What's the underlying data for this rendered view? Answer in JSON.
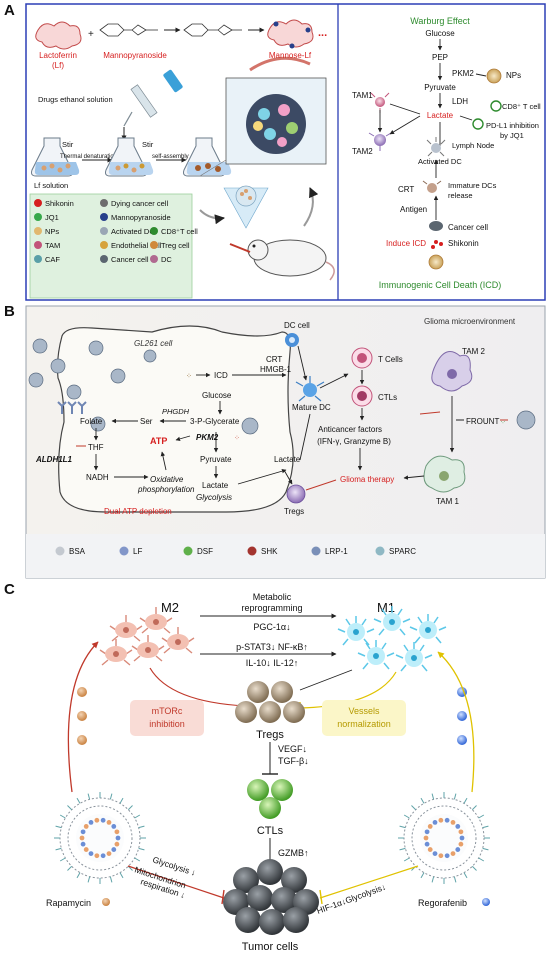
{
  "panel_a": {
    "letter": "A",
    "lactoferrin": "Lactoferrin",
    "lf_abbrev": "(Lf)",
    "mannopyranoside": "Mannopyranoside",
    "mannose_lf": "Mannose-Lf",
    "dots": "...",
    "drugs": "Drugs ethanol solution",
    "stir1": "Stir",
    "stir2": "Stir",
    "thermal": "Thermal denaturation",
    "selfassembly": "self-assembly",
    "lf_solution": "Lf solution",
    "legend": [
      {
        "icon": "shikonin-icon",
        "label": "Shikonin"
      },
      {
        "icon": "dying-cancer-cell-icon",
        "label": "Dying cancer cell"
      },
      {
        "icon": "jq1-icon",
        "label": "JQ1"
      },
      {
        "icon": "mannopyranoside-icon",
        "label": "Mannopyranoside"
      },
      {
        "icon": "nps-icon",
        "label": "NPs"
      },
      {
        "icon": "activated-dc-icon",
        "label": "Activated DC"
      },
      {
        "icon": "cd8-t-cell-icon",
        "label": "CD8⁺T cell"
      },
      {
        "icon": "tam-icon",
        "label": "TAM"
      },
      {
        "icon": "endothelial-cell-icon",
        "label": "Endothelial cell"
      },
      {
        "icon": "treg-cell-icon",
        "label": "Treg cell"
      },
      {
        "icon": "caf-icon",
        "label": "CAF"
      },
      {
        "icon": "cancer-cell-icon",
        "label": "Cancer cell"
      },
      {
        "icon": "dc-icon",
        "label": "DC"
      }
    ],
    "warburg": "Warburg Effect",
    "glucose": "Glucose",
    "pep": "PEP",
    "pkm2": "PKM2",
    "pyruvate": "Pyruvate",
    "ldh": "LDH",
    "lactate": "Lactate",
    "nps": "NPs",
    "tam1": "TAM1",
    "tam2": "TAM2",
    "cd8": "CD8⁺ T cell",
    "pdl1": "PD-L1 inhibition",
    "byjq1": "by JQ1",
    "lymph": "Lymph Node",
    "activated_dc": "Activated DC",
    "crt": "CRT",
    "immature": "Immature DCs",
    "release": "release",
    "antigen": "Antigen",
    "cancer_cell": "Cancer cell",
    "induce_icd": "Induce ICD",
    "shikonin": "Shikonin",
    "icd": "Immunogenic Cell Death (ICD)"
  },
  "panel_b": {
    "letter": "B",
    "gl261": "GL261 cell",
    "glioma_env": "Glioma microenvironment",
    "dc_cell": "DC cell",
    "icd": "ICD",
    "crt": "CRT",
    "hmgb1": "HMGB-1",
    "mature_dc": "Mature DC",
    "t_cells": "T Cells",
    "ctls": "CTLs",
    "anticancer": "Anticancer factors",
    "ifn": "(IFN-γ, Granzyme B)",
    "tam2": "TAM 2",
    "tam1": "TAM 1",
    "frount": "FROUNT",
    "glioma_therapy": "Glioma therapy",
    "tregs": "Tregs",
    "lactate_out": "Lactate",
    "folate": "Folate",
    "ser": "Ser",
    "phgdh": "PHGDH",
    "glucose": "Glucose",
    "three_p": "3-P-Glycerate",
    "thf": "THF",
    "aldh": "ALDH1L1",
    "atp": "ATP",
    "pkm2": "PKM2",
    "nadh": "NADH",
    "pyruvate": "Pyruvate",
    "oxidative": "Oxidative",
    "phosphorylation": "phosphorylation",
    "lactate_in": "Lactate",
    "glycolysis": "Glycolysis",
    "dual_atp": "Dual ATP depletion",
    "legend": [
      {
        "icon": "bsa-icon",
        "label": "BSA"
      },
      {
        "icon": "lf-icon",
        "label": "LF"
      },
      {
        "icon": "dsf-icon",
        "label": "DSF"
      },
      {
        "icon": "shk-icon",
        "label": "SHK"
      },
      {
        "icon": "lrp1-icon",
        "label": "LRP-1"
      },
      {
        "icon": "sparc-icon",
        "label": "SPARC"
      }
    ]
  },
  "panel_c": {
    "letter": "C",
    "m2": "M2",
    "m1": "M1",
    "metabolic": "Metabolic",
    "reprogramming": "reprogramming",
    "pgc": "PGC-1α↓",
    "stat": "p-STAT3↓ NF-κB↑",
    "il": "IL-10↓ IL-12↑",
    "tregs": "Tregs",
    "mtorc": "mTORc",
    "inhibition": "inhibition",
    "vessels": "Vessels",
    "normalization": "normalization",
    "vegf": "VEGF↓",
    "tgf": "TGF-β↓",
    "ctls": "CTLs",
    "gzmb": "GZMB↑",
    "glycolysis": "Glycolysis ↓",
    "mito1": "Mitochondrion",
    "mito2": "respiration ↓",
    "hif": "HIF-1α↓Glycolysis↓",
    "rapamycin": "Rapamycin",
    "regorafenib": "Regorafenib",
    "tumor": "Tumor cells"
  }
}
